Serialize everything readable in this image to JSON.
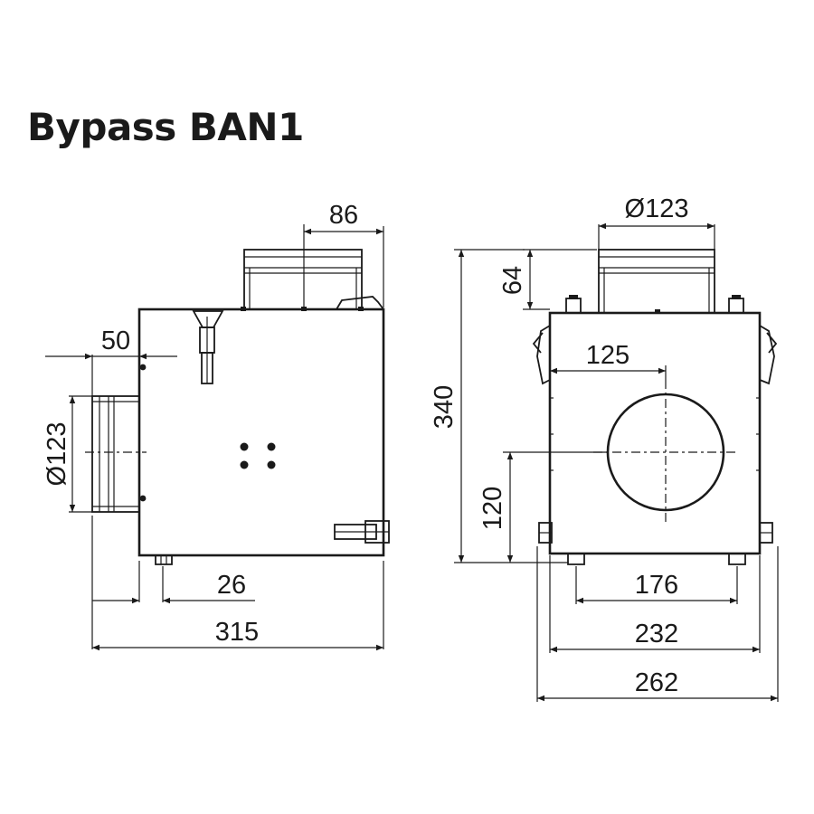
{
  "title": "Bypass BAN1",
  "side_view": {
    "dim_top_width": "86",
    "dim_spigot_length": "50",
    "dim_spigot_diameter": "Ø123",
    "dim_foot_offset": "26",
    "dim_total_length": "315"
  },
  "front_view": {
    "dim_top_diameter": "Ø123",
    "dim_top_height": "64",
    "dim_total_height": "340",
    "dim_hole_offset": "125",
    "dim_hole_height": "120",
    "dim_feet_spacing": "176",
    "dim_body_width": "232",
    "dim_total_width": "262"
  }
}
